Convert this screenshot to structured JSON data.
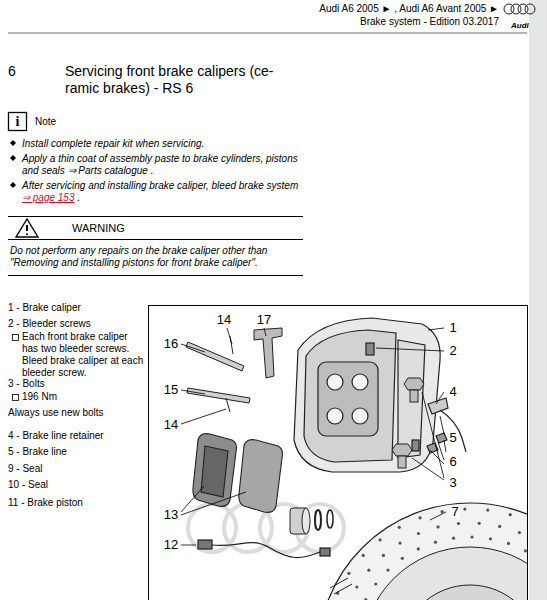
{
  "diagram": {
    "title": "Servicing front brake calipers (ce- ramic brakes) - RS 6",
    "nodes": [
      {
        "text": [
          "WARNING",
          "Do not perform any repairs on the brake caliper other than \"Removing and installing pistons for front brake caliper\"."
        ]
      }
    ],
    "labels": [
      "Audi A6 2005 ► , Audi A6 Avant 2005 ►",
      "Brake system - Edition 03.2017",
      "Audi",
      "6",
      "i",
      "Note",
      "Install complete repair kit when servicing.",
      "Apply a thin coat of assembly paste to brake cylinders, pistons and seals ⇒ Parts catalogue .",
      "After servicing and installing brake caliper, bleed brake system",
      "⇒ page 153",
      ".",
      "1 - Brake caliper",
      "2 - Bleeder screws",
      "Each front brake caliper has two bleeder screws. Bleed brake caliper at each bleeder screw.",
      "3 - Bolts",
      "196 Nm",
      "Always use new bolts",
      "4 - Brake line retainer",
      "5 - Brake line",
      "9 - Seal",
      "10 - Seal",
      "11 - Brake piston",
      "14",
      "17",
      "16",
      "15",
      "14",
      "13",
      "12",
      "1",
      "2",
      "4",
      "5",
      "6",
      "3",
      "7"
    ]
  }
}
